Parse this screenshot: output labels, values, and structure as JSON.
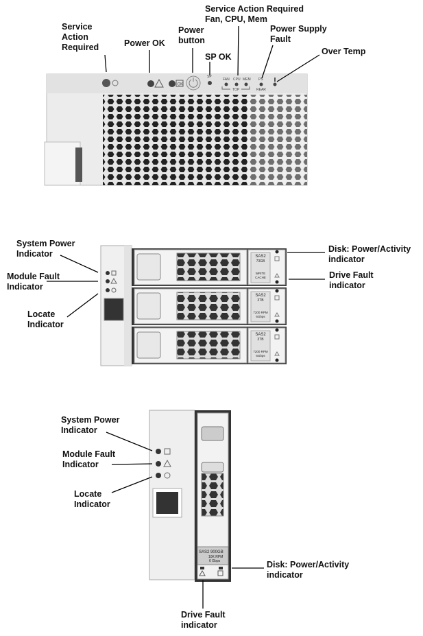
{
  "panel_top": {
    "labels": {
      "service_action": [
        "Service",
        "Action",
        "Required"
      ],
      "power_ok": [
        "Power OK"
      ],
      "power_button": [
        "Power",
        "button"
      ],
      "sp_ok": [
        "SP OK"
      ],
      "service_fan_cpu_mem": [
        "Service Action Required",
        "Fan, CPU, Mem"
      ],
      "power_supply_fault": [
        "Power Supply",
        "Fault"
      ],
      "over_temp": [
        "Over Temp"
      ]
    },
    "bezel_text": {
      "sp": "SP",
      "fan": "FAN",
      "cpu": "CPU",
      "mem": "MEM",
      "top": "TOP",
      "ps": "PS",
      "rear": "REAR",
      "ok": "OK"
    }
  },
  "panel_middle": {
    "labels": {
      "system_power": [
        "System Power",
        "Indicator"
      ],
      "module_fault": [
        "Module Fault",
        "Indicator"
      ],
      "locate": [
        "Locate",
        "Indicator"
      ],
      "disk_power": [
        "Disk: Power/Activity",
        "indicator"
      ],
      "drive_fault": [
        "Drive Fault",
        "indicator"
      ]
    },
    "drives": [
      {
        "l1": "SAS2",
        "l2": "73GB",
        "l3": "WRITE",
        "l4": "CACHE"
      },
      {
        "l1": "SAS2",
        "l2": "3TB",
        "l3": "7200 RPM",
        "l4": "6Gbps"
      },
      {
        "l1": "SAS2",
        "l2": "3TB",
        "l3": "7200 RPM",
        "l4": "6Gbps"
      }
    ]
  },
  "panel_bottom": {
    "labels": {
      "system_power": [
        "System Power",
        "Indicator"
      ],
      "module_fault": [
        "Module Fault",
        "Indicator"
      ],
      "locate": [
        "Locate",
        "Indicator"
      ],
      "disk_power": [
        "Disk: Power/Activity",
        "indicator"
      ],
      "drive_fault": [
        "Drive Fault",
        "indicator"
      ]
    },
    "drive": {
      "l1": "SAS2  900GB",
      "l2": "10K RPM",
      "l3": "6 Gbps"
    }
  }
}
